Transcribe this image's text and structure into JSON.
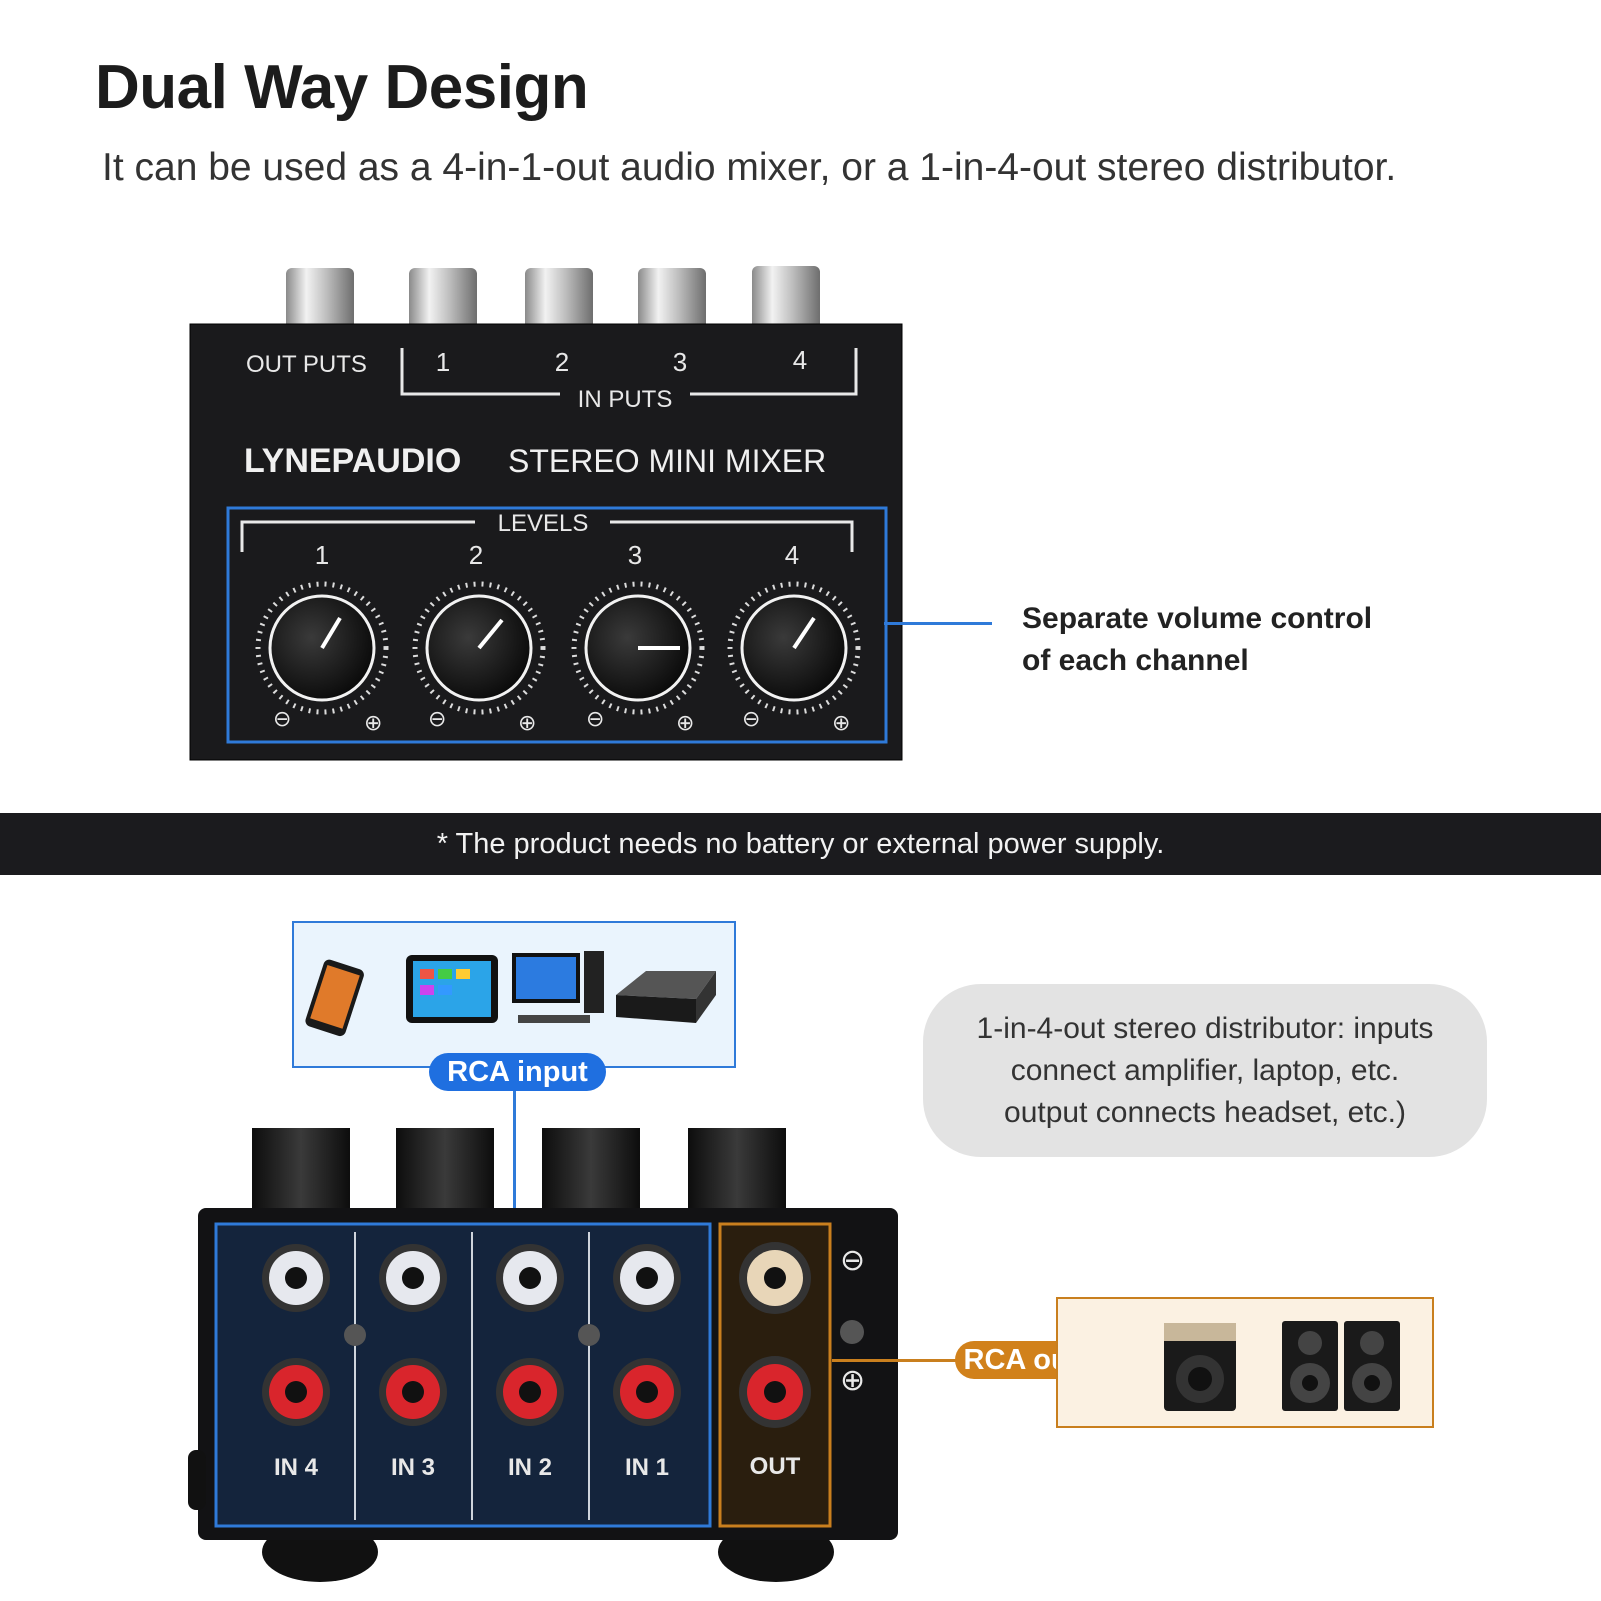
{
  "heading": {
    "title": "Dual Way Design",
    "subtitle": "It can be used as a 4-in-1-out audio mixer, or a 1-in-4-out stereo distributor."
  },
  "top_device": {
    "outputs_label": "OUT PUTS",
    "inputs_label": "IN PUTS",
    "jack_numbers": [
      "1",
      "2",
      "3",
      "4"
    ],
    "brand": "LYNEPAUDIO",
    "model": "STEREO MINI MIXER",
    "levels_label": "LEVELS",
    "knob_numbers": [
      "1",
      "2",
      "3",
      "4"
    ],
    "minus_symbol": "⊖",
    "plus_symbol": "⊕"
  },
  "callouts": {
    "volume_line1": "Separate volume control",
    "volume_line2": "of each channel"
  },
  "note": "* The product needs no battery or external power supply.",
  "distributor": {
    "line1": "1-in-4-out stereo distributor: inputs",
    "line2": "connect amplifier, laptop, etc.",
    "line3": "output connects headset, etc.)"
  },
  "bottom_device": {
    "rca_input": "RCA input",
    "rca_output": "RCA output",
    "in_labels": [
      "IN 4",
      "IN 3",
      "IN 2",
      "IN 1"
    ],
    "out_label": "OUT",
    "minus_symbol": "⊖",
    "plus_symbol": "⊕"
  },
  "icons": [
    "smartphone-icon",
    "tablet-icon",
    "desktop-computer-icon",
    "media-box-icon",
    "amplifier-icon",
    "studio-speakers-icon"
  ],
  "colors": {
    "input_blue": "#1f6fe0",
    "output_orange": "#d1811b",
    "device_black": "#1a1a1c"
  }
}
